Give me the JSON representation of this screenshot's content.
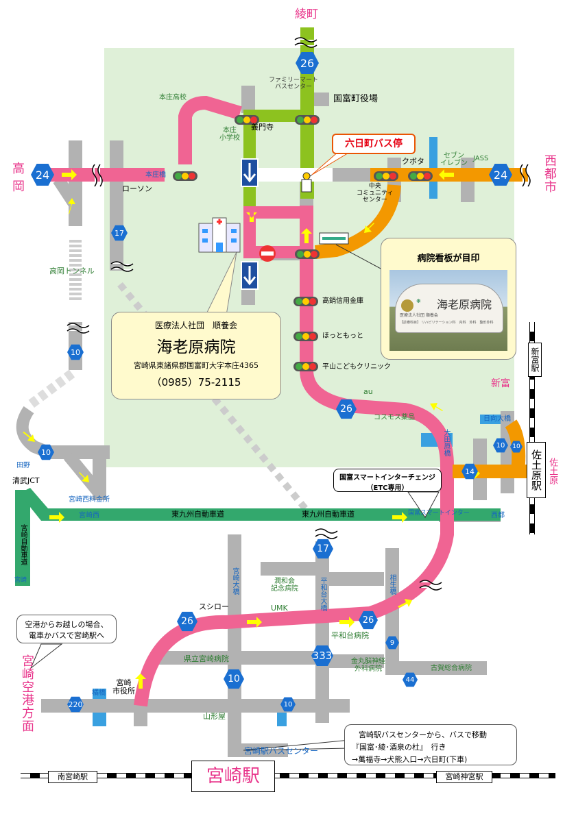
{
  "colors": {
    "green_zone": "#dff0d8",
    "pink_road": "#f06493",
    "green_road": "#8dc21f",
    "orange_road": "#f39800",
    "expressway": "#33a86d",
    "gray_road": "#b2b2b2",
    "water": "#39a0e0",
    "direction_text": "#e8338a"
  },
  "directions": {
    "north": "綾町",
    "west": "高岡",
    "east": "西都市",
    "airport": "宮崎空港方面",
    "shintomi": "新富"
  },
  "stations": {
    "miyazaki": "宮崎駅",
    "minami_miyazaki": "南宮崎駅",
    "miyazaki_jingu": "宮崎神宮駅",
    "shintomi": "新富駅",
    "sadowara": "佐土原駅"
  },
  "route_shields": {
    "r26a": "26",
    "r26b": "26",
    "r26c": "26",
    "r26d": "26",
    "r24a": "24",
    "r24b": "24",
    "r17a": "17",
    "r17b": "17",
    "r10a": "10",
    "r10b": "10",
    "r10c": "10",
    "r10d": "10",
    "r10e": "10",
    "r10f": "10",
    "r14": "14",
    "r9": "9",
    "r44": "44",
    "r220": "220",
    "r333": "333"
  },
  "places": {
    "famima": "ファミリーマート\nバスセンター",
    "kunitomi_office": "国富町役場",
    "honjo_kou": "本庄高校",
    "gimonji": "義門寺",
    "honjo_sho": "本庄\n小学校",
    "honjo_bashi": "本庄橋",
    "lawson": "ローソン",
    "kubota": "クボタ",
    "seven": "セブン\nイレブン",
    "jass": "JASS",
    "chuo_comm": "中央\nコミュニティ\nセンター",
    "takaoka_tunnel": "高岡トンネル",
    "takanabe_shinkin": "高鍋信用金庫",
    "hotmotto": "ほっともっと",
    "hirayama": "平山こどもクリニック",
    "au": "au",
    "cosmos": "コスモス薬品",
    "ota_bashi": "大田原橋",
    "hiuga_ohashi": "日向大橋",
    "tano": "田野",
    "kiyotake": "清武JCT",
    "miyazaki_nishi_tollgate": "宮崎西料金所",
    "miyazaki_nishi": "宮崎西",
    "higashi_kyushu_1": "東九州自動車道",
    "higashi_kyushu_2": "東九州自動車道",
    "kunitomi_smart": "国富スマートインター",
    "saito": "西都",
    "miyazaki_expwy": "宮崎自動車道",
    "miyazaki": "宮崎",
    "miyazaki_ohashi": "宮崎大橋",
    "junwakai": "潤和会\n記念病院",
    "heiwadai_ohashi": "平和台大橋",
    "aioi_bashi": "相生橋",
    "sushiro": "スシロー",
    "umk": "UMK",
    "heiwadai_hp": "平和台病院",
    "kenritsu": "県立宮崎病院",
    "kanamaru": "金丸脳神経\n外科病院",
    "koga": "古賀総合病院",
    "shiyakusho": "宮崎\n市役所",
    "tachibana": "橘橋",
    "yamakataya": "山形屋",
    "bus_center": "宮崎駅バスセンター"
  },
  "bus_stop": "六日町バス停",
  "smart_ic": {
    "name": "国富スマートインターチェンジ",
    "note": "（ETC専用）"
  },
  "hospital_card": {
    "org": "医療法人社団　順養会",
    "name": "海老原病院",
    "address": "宮崎県東諸県郡国富町大字本庄4365",
    "phone": "（0985）75-2115"
  },
  "signboard": {
    "title": "病院看板が目印",
    "sign_text": "海老原病院",
    "sign_org": "医療法人社団 順養会",
    "sign_small": "【診療科目】 リハビリテーション科　内科　外科　整形外科"
  },
  "airport_note": "空港からお越しの場合、\n電車かバスで宮崎駅へ",
  "bus_note": {
    "line1": "宮崎駅バスセンターから、バスで移動",
    "line2": "『国富･綾･酒泉の杜』　行き",
    "line3": "→萬福寺→犬熊入口→六日町(下車)"
  }
}
